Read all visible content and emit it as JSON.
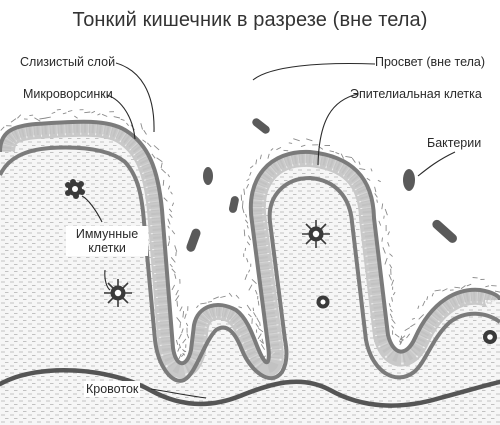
{
  "title": "Тонкий кишечник в разрезе (вне тела)",
  "labels": {
    "mucus_layer": "Слизистый слой",
    "microvilli": "Микроворсинки",
    "immune_line1": "Иммунные",
    "immune_line2": "клетки",
    "bloodstream": "Кровоток",
    "lumen": "Просвет (вне тела)",
    "epithelial_cell": "Эпителиальная клетка",
    "bacteria": "Бактерии"
  },
  "colors": {
    "tissue_border": "#7b7b7b",
    "epithelium": "#c8c8c8",
    "tissue_fill": "#f4f4f4",
    "bacteria": "#5a5a5a",
    "blood_vessel": "#555555",
    "mucus_dash": "#8a8a8a",
    "text": "#2a2a2a"
  }
}
